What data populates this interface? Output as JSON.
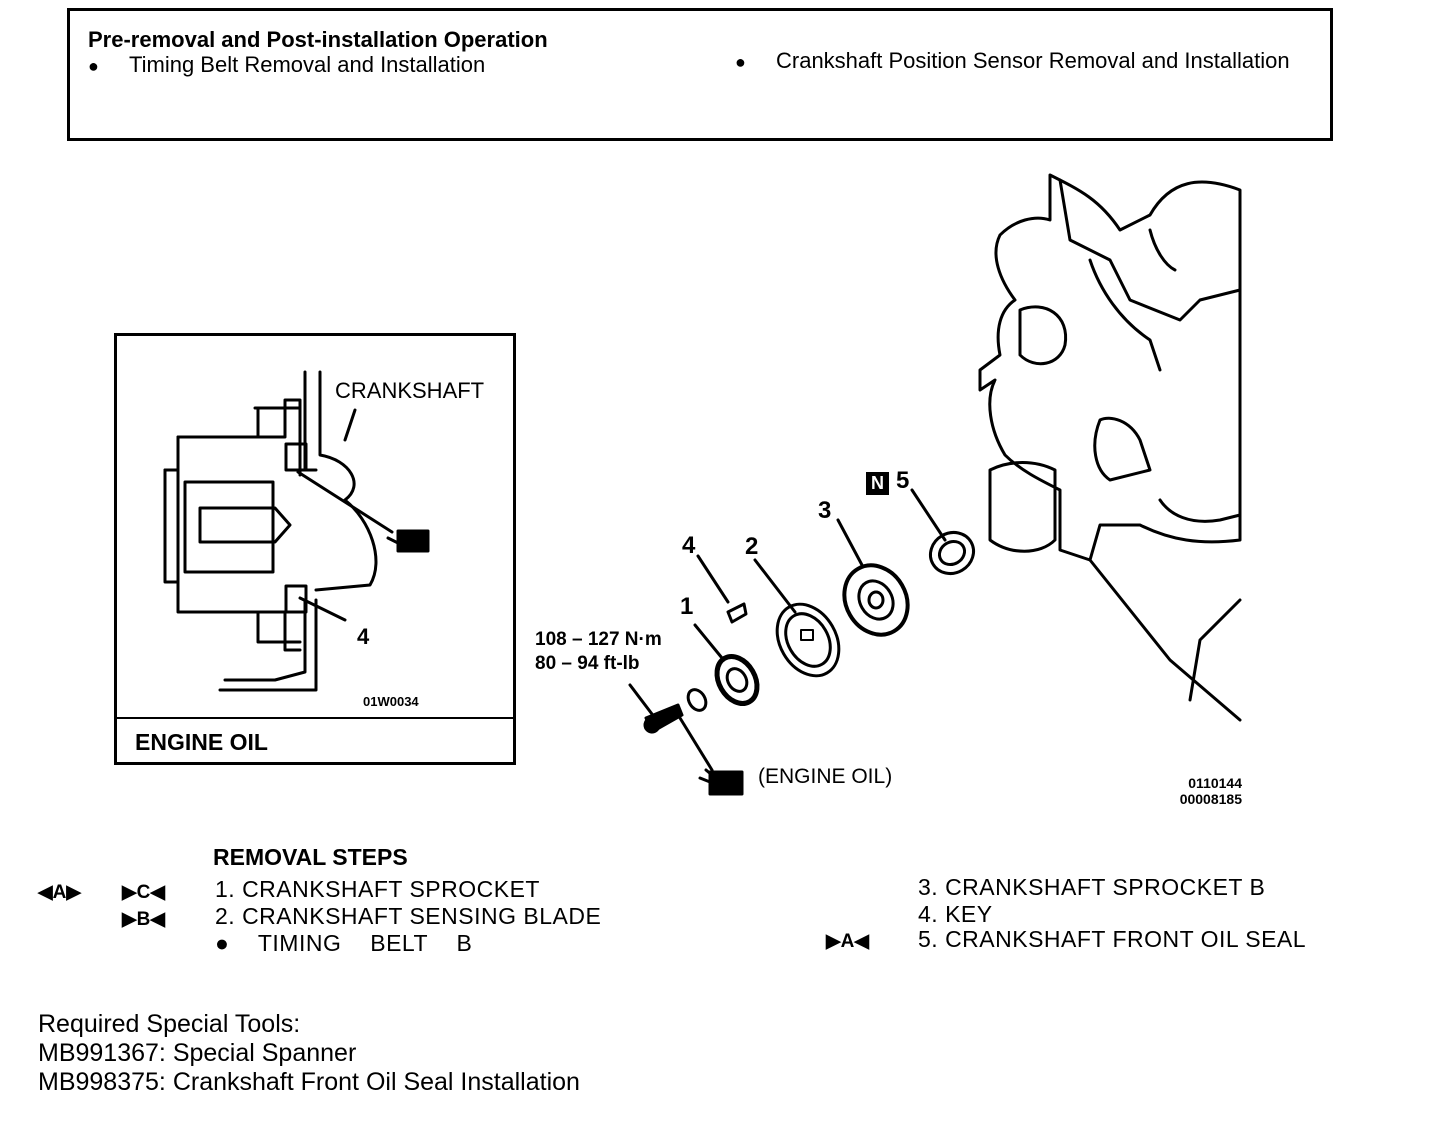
{
  "operations": {
    "title": "Pre-removal and Post-installation Operation",
    "items": [
      "Timing Belt Removal and Installation",
      "Crankshaft Position Sensor Removal and Installation"
    ]
  },
  "inset": {
    "crankshaft_label": "CRANKSHAFT",
    "part_label": "4",
    "figure_code": "01W0034",
    "footer_label": "ENGINE OIL"
  },
  "diagram": {
    "parts": [
      "1",
      "2",
      "3",
      "4",
      "5"
    ],
    "n_badge": "N",
    "torque_nm": "108 – 127 N·m",
    "torque_ftlb": "80 – 94 ft-lb",
    "engine_oil_note": "(ENGINE OIL)",
    "figure_code_1": "0110144",
    "figure_code_2": "00008185"
  },
  "removal": {
    "title": "REMOVAL STEPS",
    "steps": [
      "1. CRANKSHAFT SPROCKET",
      "2. CRANKSHAFT SENSING BLADE",
      "● TIMING BELT B",
      "3. CRANKSHAFT SPROCKET B",
      "4. KEY",
      "5. CRANKSHAFT FRONT OIL SEAL"
    ],
    "marks": {
      "step1_removal": "◀A▶",
      "step1_install": "▶C◀",
      "step2_install": "▶B◀",
      "step5_install": "▶A◀"
    }
  },
  "tools": {
    "title": "Required Special Tools:",
    "items": [
      "MB991367: Special Spanner",
      "MB998375: Crankshaft Front Oil Seal Installation"
    ]
  }
}
